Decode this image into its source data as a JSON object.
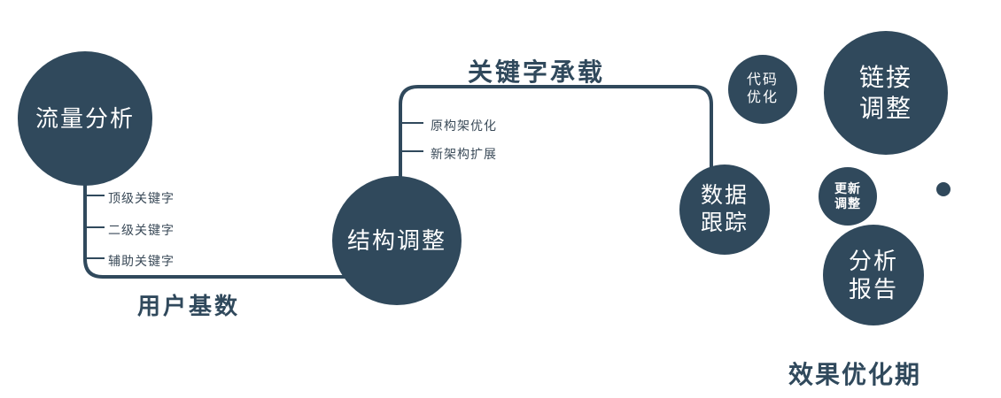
{
  "colors": {
    "navy": "#30495c",
    "text_light": "#ffffff"
  },
  "nodes": {
    "traffic_analysis": {
      "label": "流量分析"
    },
    "structure_adjust": {
      "label": "结构调整"
    },
    "data_tracking": {
      "line1": "数据",
      "line2": "跟踪"
    },
    "code_optimization": {
      "line1": "代码",
      "line2": "优化"
    },
    "link_adjustment": {
      "line1": "链接",
      "line2": "调整"
    },
    "update_adjustment": {
      "line1": "更新",
      "line2": "调整"
    },
    "analysis_report": {
      "line1": "分析",
      "line2": "报告"
    }
  },
  "labels": {
    "user_base": "用户基数",
    "keyword_carry": "关键字承载",
    "effect_phase": "效果优化期"
  },
  "branches": {
    "left": [
      "顶级关键字",
      "二级关键字",
      "辅助关键字"
    ],
    "mid": [
      "原构架优化",
      "新架构扩展"
    ]
  }
}
